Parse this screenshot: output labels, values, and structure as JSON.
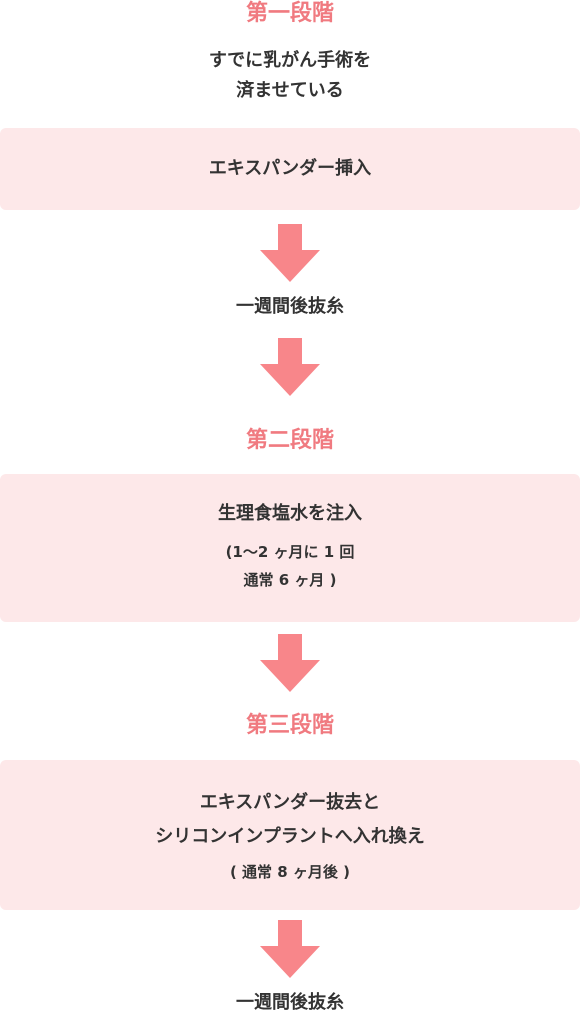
{
  "stage1": {
    "title": "第一段階",
    "intro_line1": "すでに乳がん手術を",
    "intro_line2": "済ませている",
    "box_text": "エキスパンダー挿入",
    "after": "一週間後抜糸"
  },
  "stage2": {
    "title": "第二段階",
    "box_line1": "生理食塩水を注入",
    "box_line2": "(1〜2 ヶ月に 1 回",
    "box_line3": "通常 6 ヶ月 )"
  },
  "stage3": {
    "title": "第三段階",
    "box_line1": "エキスパンダー抜去と",
    "box_line2": "シリコンインプラントへ入れ換え",
    "box_line3": "( 通常 8 ヶ月後 )",
    "after": "一週間後抜糸"
  },
  "colors": {
    "accent": "#f07a80",
    "box_bg": "#fde8e9",
    "arrow": "#f8868a",
    "text": "#333333"
  },
  "icons": [
    "down-arrow-icon"
  ]
}
